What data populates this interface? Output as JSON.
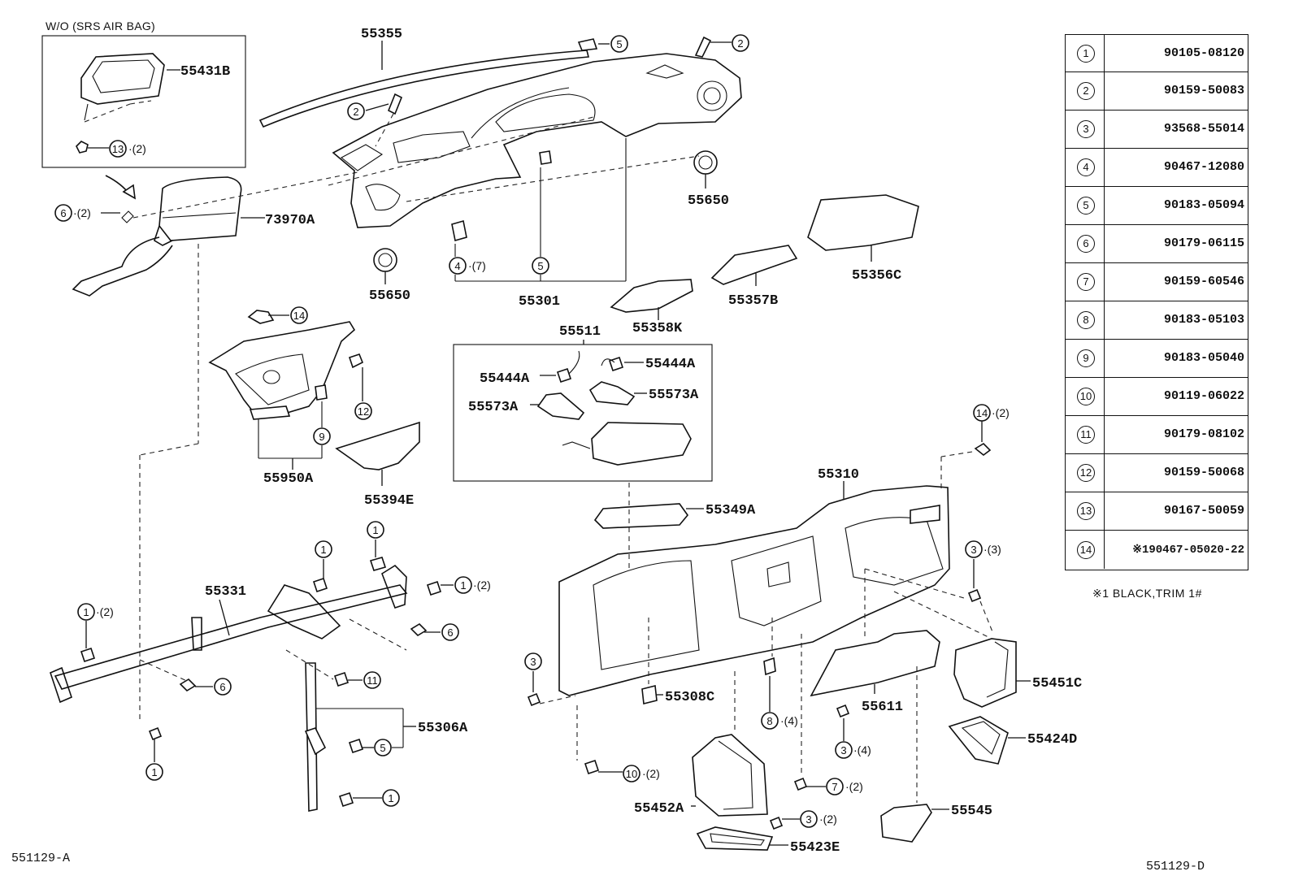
{
  "inset_title": "W/O  (SRS AIR BAG)",
  "part_labels": {
    "p55355": "55355",
    "p55431B": "55431B",
    "p73970A": "73970A",
    "p55650a": "55650",
    "p55650b": "55650",
    "p55301": "55301",
    "p55356C": "55356C",
    "p55357B": "55357B",
    "p55358K": "55358K",
    "p55511": "55511",
    "p55444A_l": "55444A",
    "p55444A_r": "55444A",
    "p55573A_l": "55573A",
    "p55573A_r": "55573A",
    "p55950A": "55950A",
    "p55394E": "55394E",
    "p55310": "55310",
    "p55349A": "55349A",
    "p55331": "55331",
    "p55306A": "55306A",
    "p55308C": "55308C",
    "p55611": "55611",
    "p55451C": "55451C",
    "p55424D": "55424D",
    "p55452A": "55452A",
    "p55545": "55545",
    "p55423E": "55423E"
  },
  "quantities": {
    "q13_2": "·(2)",
    "q6_2": "·(2)",
    "q4_7": "·(7)",
    "q14_2": "·(2)",
    "q1_2a": "·(2)",
    "q1_2b": "·(2)",
    "q3_3": "·(3)",
    "q8_4": "·(4)",
    "q3_4": "·(4)",
    "q10_2": "·(2)",
    "q7_2": "·(2)",
    "q3_2": "·(2)"
  },
  "parts_table": [
    {
      "num": "1",
      "part": "90105-08120"
    },
    {
      "num": "2",
      "part": "90159-50083"
    },
    {
      "num": "3",
      "part": "93568-55014"
    },
    {
      "num": "4",
      "part": "90467-12080"
    },
    {
      "num": "5",
      "part": "90183-05094"
    },
    {
      "num": "6",
      "part": "90179-06115"
    },
    {
      "num": "7",
      "part": "90159-60546"
    },
    {
      "num": "8",
      "part": "90183-05103"
    },
    {
      "num": "9",
      "part": "90183-05040"
    },
    {
      "num": "10",
      "part": "90119-06022"
    },
    {
      "num": "11",
      "part": "90179-08102"
    },
    {
      "num": "12",
      "part": "90159-50068"
    },
    {
      "num": "13",
      "part": "90167-50059"
    },
    {
      "num": "14",
      "part": "※190467-05020-22"
    }
  ],
  "note": "※1  BLACK,TRIM  1#",
  "code_left": "551129-A",
  "code_right": "551129-D"
}
